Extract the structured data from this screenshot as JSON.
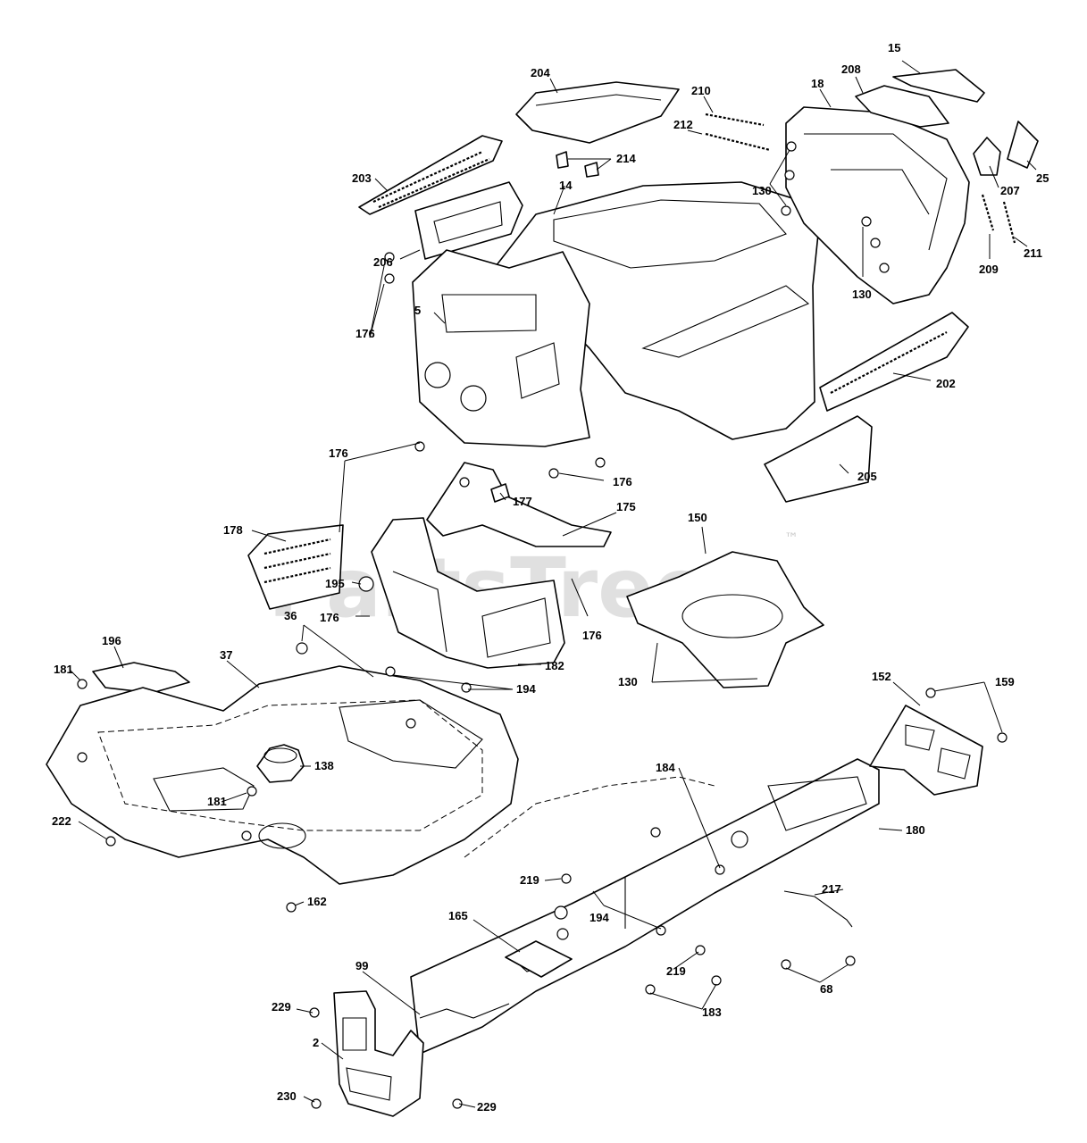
{
  "watermark": {
    "text": "PartsTree",
    "trademark": "™"
  },
  "callouts": [
    {
      "label": "15"
    },
    {
      "label": "204"
    },
    {
      "label": "208"
    },
    {
      "label": "18"
    },
    {
      "label": "210"
    },
    {
      "label": "212"
    },
    {
      "label": "214"
    },
    {
      "label": "203"
    },
    {
      "label": "14"
    },
    {
      "label": "130"
    },
    {
      "label": "207"
    },
    {
      "label": "25"
    },
    {
      "label": "206"
    },
    {
      "label": "209"
    },
    {
      "label": "211"
    },
    {
      "label": "130"
    },
    {
      "label": "5"
    },
    {
      "label": "176"
    },
    {
      "label": "202"
    },
    {
      "label": "176"
    },
    {
      "label": "176"
    },
    {
      "label": "205"
    },
    {
      "label": "177"
    },
    {
      "label": "175"
    },
    {
      "label": "150"
    },
    {
      "label": "178"
    },
    {
      "label": "195"
    },
    {
      "label": "36"
    },
    {
      "label": "176"
    },
    {
      "label": "176"
    },
    {
      "label": "196"
    },
    {
      "label": "37"
    },
    {
      "label": "182"
    },
    {
      "label": "130"
    },
    {
      "label": "181"
    },
    {
      "label": "194"
    },
    {
      "label": "152"
    },
    {
      "label": "159"
    },
    {
      "label": "138"
    },
    {
      "label": "184"
    },
    {
      "label": "181"
    },
    {
      "label": "222"
    },
    {
      "label": "180"
    },
    {
      "label": "162"
    },
    {
      "label": "219"
    },
    {
      "label": "217"
    },
    {
      "label": "194"
    },
    {
      "label": "165"
    },
    {
      "label": "99"
    },
    {
      "label": "219"
    },
    {
      "label": "68"
    },
    {
      "label": "229"
    },
    {
      "label": "183"
    },
    {
      "label": "2"
    },
    {
      "label": "230"
    },
    {
      "label": "229"
    }
  ]
}
